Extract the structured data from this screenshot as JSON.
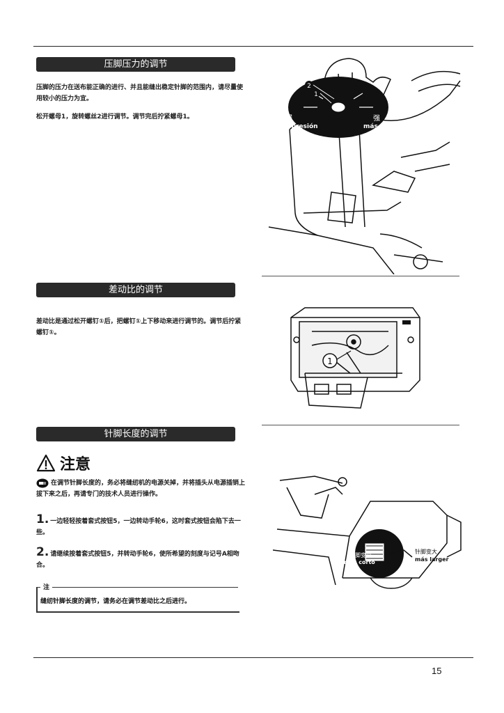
{
  "sections": {
    "pressure": {
      "title": "压脚压力的调节",
      "paragraphs": [
        "压脚的压力在送布能正确的进行、并且能缝出稳定针脚的范围内，请尽量使用较小的压力为宜。",
        "松开螺母1，旋转螺丝2进行调节。调节完后拧紧螺母1。"
      ],
      "figure": {
        "label_less_zh": "弱",
        "label_less_es": "menos presión",
        "label_more_zh": "强",
        "label_more_es": "más presión",
        "callout_1": "1",
        "callout_2": "2"
      }
    },
    "differential": {
      "title": "差动比的调节",
      "paragraphs": [
        "差动比是通过松开螺钉①后，把螺钉①上下移动来进行调节的。调节后拧紧螺钉①。"
      ],
      "figure": {
        "callout_1": "1"
      }
    },
    "stitch": {
      "title": "针脚长度的调节",
      "caution_title": "注意",
      "caution_text": "在调节针脚长度的，务必将缝纫机的电源关掉，并将插头从电源插销上拔下来之后，再请专门的技术人员进行操作。",
      "steps": [
        {
          "num": "1.",
          "text": "一边轻轻按着套式按钮5，一边转动手轮6，这时套式按钮会陷下去一些。"
        },
        {
          "num": "2.",
          "text": "请继续按着套式按钮5，并转动手轮6，使所希望的刻度与记号A相吻合。"
        }
      ],
      "note_label": "注",
      "note_text": "缝纫针脚长度的调节，请务必在调节差动比之后进行。",
      "figure": {
        "label_shorter_zh": "针脚变小",
        "label_shorter_es": "más corto",
        "label_larger_zh": "针脚变大",
        "label_larger_es": "más larger"
      }
    }
  },
  "page_number": "15"
}
